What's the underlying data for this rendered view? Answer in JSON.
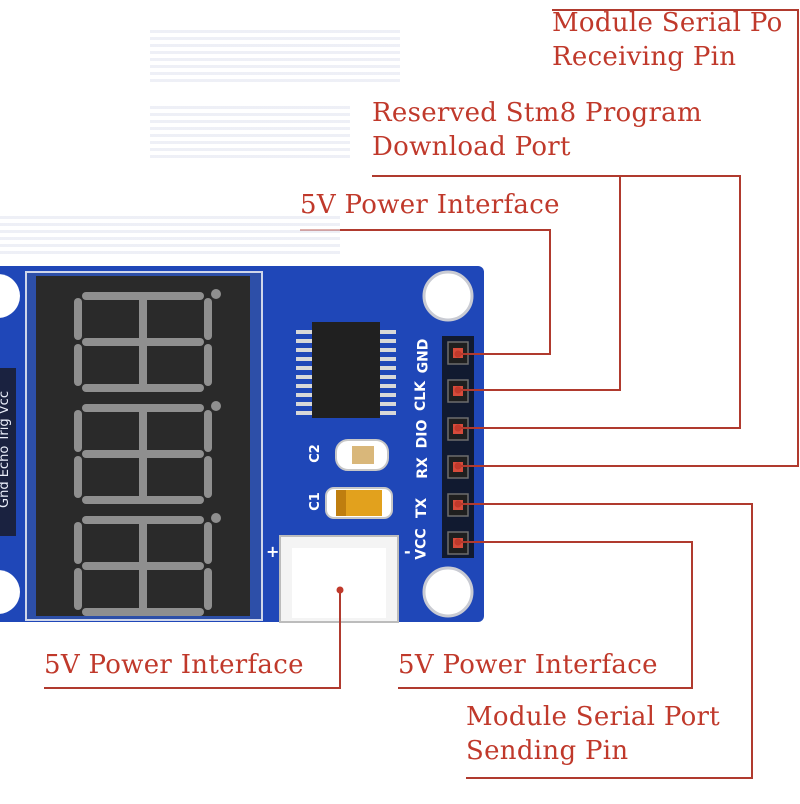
{
  "diagram": {
    "annotations": {
      "serial_receive": [
        "Module Serial Po",
        "Receiving Pin"
      ],
      "stm8_port": [
        "Reserved Stm8 Program",
        "Download Port"
      ],
      "power_top": "5V Power Interface",
      "power_bottom_left": "5V Power Interface",
      "power_bottom_right": "5V Power Interface",
      "serial_send": [
        "Module Serial Port",
        "Sending Pin"
      ]
    },
    "board": {
      "header_pins": [
        "GND",
        "CLK",
        "DIO",
        "RX",
        "TX",
        "VCC"
      ],
      "left_header_label": "Gnd Echo Trig Vcc",
      "capacitor_labels": [
        "C2",
        "C1"
      ],
      "polarity_plus": "+",
      "polarity_minus": "-",
      "display_digits": 3
    },
    "colors": {
      "annotation_text": "#c0392b",
      "leader_lines": "#b03a2e",
      "pcb": "#1f47b8",
      "display": "#2b2b2b"
    }
  }
}
